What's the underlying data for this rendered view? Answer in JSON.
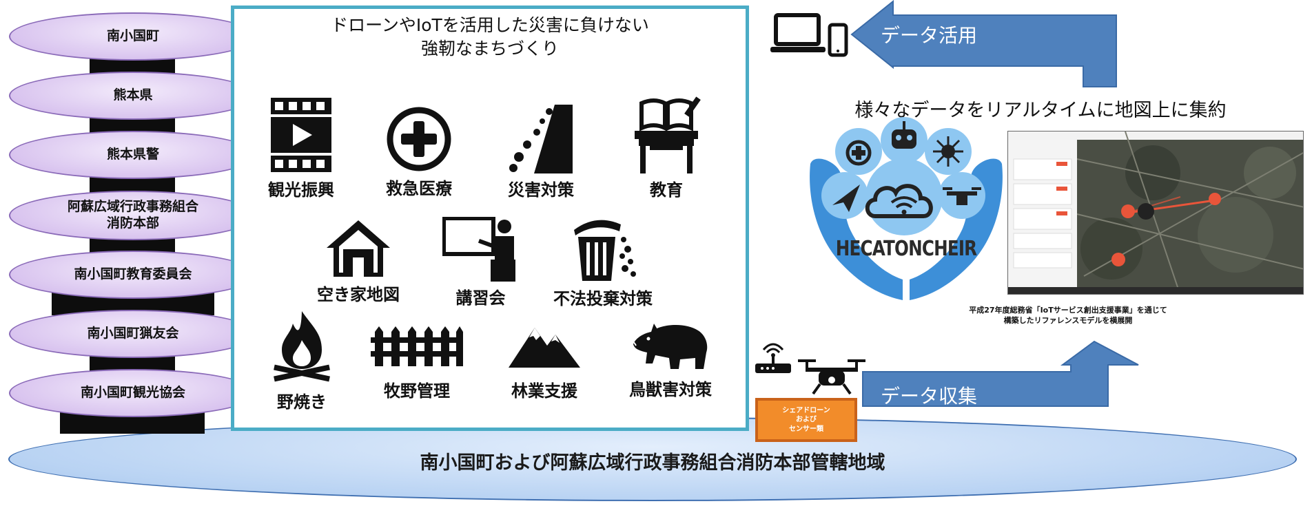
{
  "organizations": [
    "南小国町",
    "熊本県",
    "熊本県警",
    "阿蘇広域行政事務組合\n消防本部",
    "南小国町教育委員会",
    "南小国町猟友会",
    "南小国町観光協会"
  ],
  "panel": {
    "title_line1": "ドローンやIoTを活用した災害に負けない",
    "title_line2": "強靭なまちづくり",
    "categories": [
      {
        "label": "観光振興",
        "icon": "film-play-icon"
      },
      {
        "label": "救急医療",
        "icon": "medical-cross-icon"
      },
      {
        "label": "災害対策",
        "icon": "landslide-icon"
      },
      {
        "label": "教育",
        "icon": "book-desk-icon"
      },
      {
        "label": "空き家地図",
        "icon": "house-icon"
      },
      {
        "label": "講習会",
        "icon": "lecture-icon"
      },
      {
        "label": "不法投棄対策",
        "icon": "trash-bin-icon"
      },
      {
        "label": "野焼き",
        "icon": "bonfire-icon"
      },
      {
        "label": "牧野管理",
        "icon": "fence-icon"
      },
      {
        "label": "林業支援",
        "icon": "mountain-icon"
      },
      {
        "label": "鳥獣害対策",
        "icon": "boar-icon"
      }
    ]
  },
  "flow": {
    "data_use_label": "データ活用",
    "data_collect_label": "データ収集",
    "aggregation_title": "様々なデータをリアルタイムに地図上に集約",
    "logo_text": "HECATONCHEIR",
    "note_line1": "平成27年度総務省「IoTサービス創出支援事業」を通じて",
    "note_line2": "構築したリファレンスモデルを横展開",
    "drone_box_line1": "シェアドローン",
    "drone_box_line2": "および",
    "drone_box_line3": "センサー類"
  },
  "region_label": "南小国町および阿蘇広域行政事務組合消防本部管轄地域",
  "colors": {
    "panel_border": "#4bacc6",
    "arrow_fill": "#4f81bd",
    "org_fill": "#d9c4ef",
    "region_fill": "#b9d3f3",
    "drone_box": "#f28c2a",
    "hands": "#3d8fd8"
  }
}
